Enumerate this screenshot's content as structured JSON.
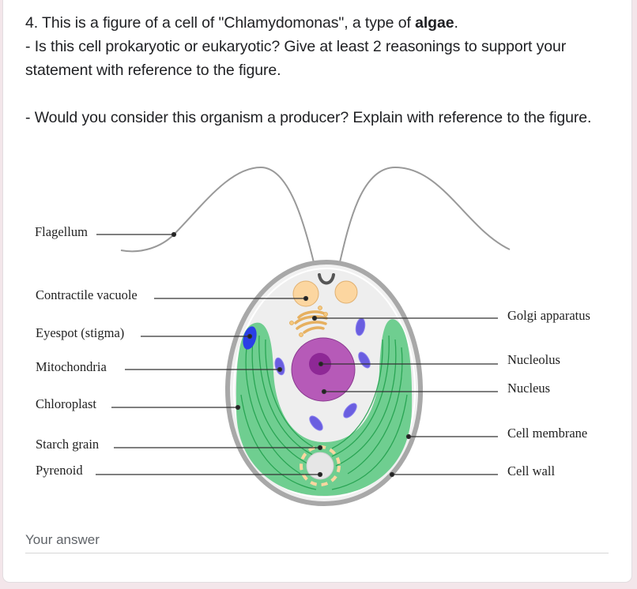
{
  "question": {
    "number": "4.",
    "title_prefix": " This is a figure of a cell of \"Chlamydomonas\", a type of ",
    "title_bold": "algae",
    "title_suffix": ".",
    "line2": "- Is this cell prokaryotic or eukaryotic? Give at least 2 reasonings to support your",
    "line3": "statement with reference to the figure.",
    "line4": "- Would you consider this organism a producer? Explain with reference to the figure."
  },
  "figure": {
    "left_labels": {
      "flagellum": "Flagellum",
      "contractile_vacuole": "Contractile vacuole",
      "eyespot": "Eyespot (stigma)",
      "mitochondria": "Mitochondria",
      "chloroplast": "Chloroplast",
      "starch_grain": "Starch grain",
      "pyrenoid": "Pyrenoid"
    },
    "right_labels": {
      "golgi": "Golgi apparatus",
      "nucleolus": "Nucleolus",
      "nucleus": "Nucleus",
      "cell_membrane": "Cell membrane",
      "cell_wall": "Cell wall"
    },
    "colors": {
      "chloroplast": "#6fce90",
      "chloroplast_lines": "#1e9e4a",
      "cytoplasm": "#eeeeee",
      "cell_wall": "#a8a8a8",
      "nucleus": "#b65ab8",
      "nucleolus": "#8e2896",
      "vacuole": "#fcd6a0",
      "golgi": "#e6b060",
      "eyespot": "#2a3fe6",
      "mitochondria": "#6a5ee0"
    }
  },
  "answer": {
    "placeholder": "Your answer",
    "value": ""
  }
}
